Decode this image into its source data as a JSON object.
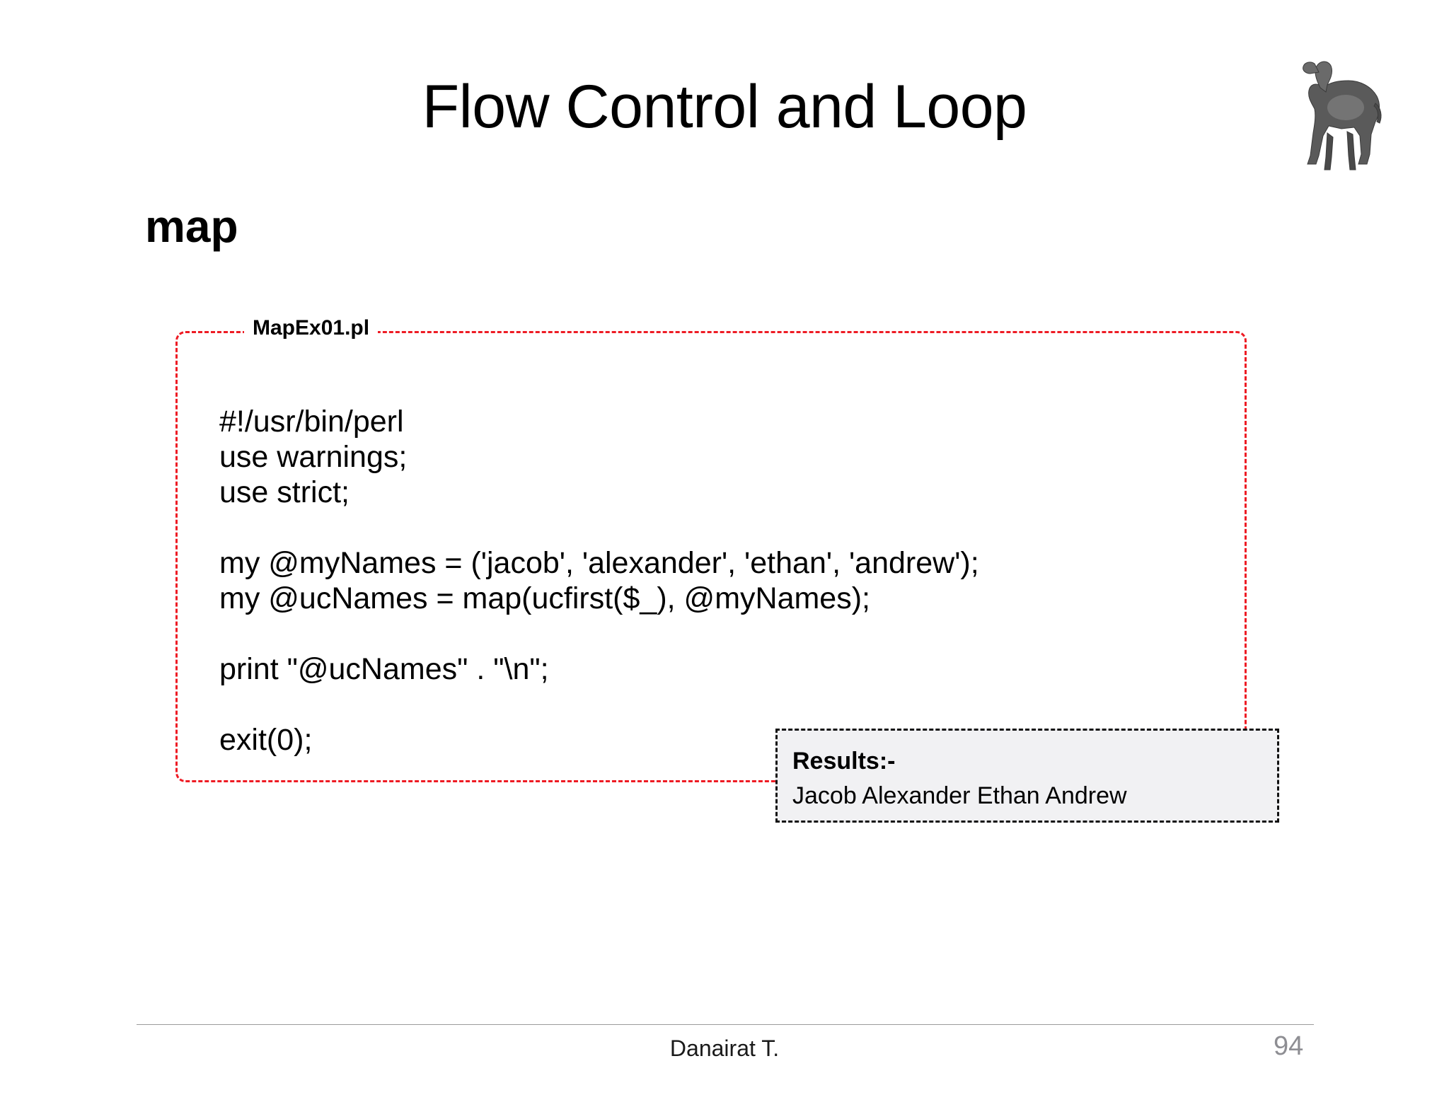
{
  "slide": {
    "title": "Flow Control and Loop",
    "section_heading": "map",
    "logo_icon": "camel-icon"
  },
  "code_block": {
    "filename_label": "MapEx01.pl",
    "border_color": "#ee1b24",
    "lines": [
      "#!/usr/bin/perl",
      "use warnings;",
      "use strict;",
      "",
      "my @myNames = ('jacob', 'alexander', 'ethan', 'andrew');",
      "my @ucNames = map(ucfirst($_), @myNames);",
      "",
      "print \"@ucNames\" . \"\\n\";",
      "",
      "exit(0);"
    ],
    "text": "#!/usr/bin/perl\nuse warnings;\nuse strict;\n\nmy @myNames = ('jacob', 'alexander', 'ethan', 'andrew');\nmy @ucNames = map(ucfirst($_), @myNames);\n\nprint \"@ucNames\" . \"\\n\";\n\nexit(0);"
  },
  "results_block": {
    "title": "Results:-",
    "output": "Jacob Alexander Ethan Andrew",
    "background_color": "#f1f1f3",
    "border_color": "#111111"
  },
  "footer": {
    "author": "Danairat T.",
    "page_number": "94"
  }
}
